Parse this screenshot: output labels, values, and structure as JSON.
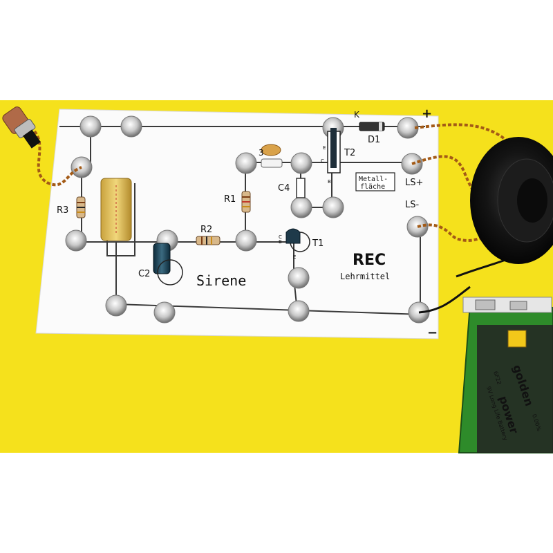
{
  "board": {
    "title": "Sirene",
    "brand": "REC",
    "brand_sub": "Lehrmittel",
    "plus": "+",
    "minus": "−",
    "metal_label_1": "Metall-",
    "metal_label_2": "fläche"
  },
  "labels": {
    "r1": "R1",
    "r2": "R2",
    "r3": "R3",
    "c2": "C2",
    "c3": "3",
    "c4": "C4",
    "t1": "T1",
    "t2": "T2",
    "d1": "D1",
    "k": "K",
    "ls_plus": "LS+",
    "ls_minus": "LS-",
    "pin_e1": "E",
    "pin_b1": "B",
    "pin_c1": "C",
    "pin_e2": "E",
    "pin_b2": "B",
    "pin_c2": "C"
  },
  "battery": {
    "brand_1": "golden",
    "brand_2": "power",
    "model": "6F22",
    "desc": "9V Long Life Battery",
    "code": "0.00%"
  },
  "colors": {
    "background": "#f5e11c",
    "board": "#fbfbfb",
    "trace": "#3a3a3a",
    "speaker": "#141414",
    "battery_green": "#2e8b2a",
    "capacitor_yellow": "#e8c65a"
  }
}
